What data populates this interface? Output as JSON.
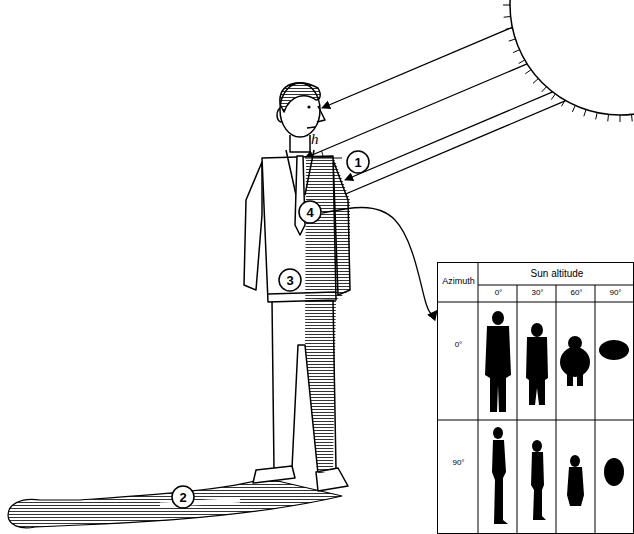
{
  "diagram": {
    "nodes": [
      {
        "text": [
          "1"
        ]
      },
      {
        "text": [
          "2"
        ]
      },
      {
        "text": [
          "3"
        ]
      },
      {
        "text": [
          "4"
        ]
      },
      {
        "text": [
          "Azimuth",
          "Sun altitude",
          "0°",
          "30°",
          "60°",
          "90°",
          "0°",
          "90°"
        ]
      }
    ],
    "edges": [
      {
        "from": 3,
        "to": 4,
        "arrow": "to"
      }
    ],
    "labels": [
      "h"
    ]
  }
}
